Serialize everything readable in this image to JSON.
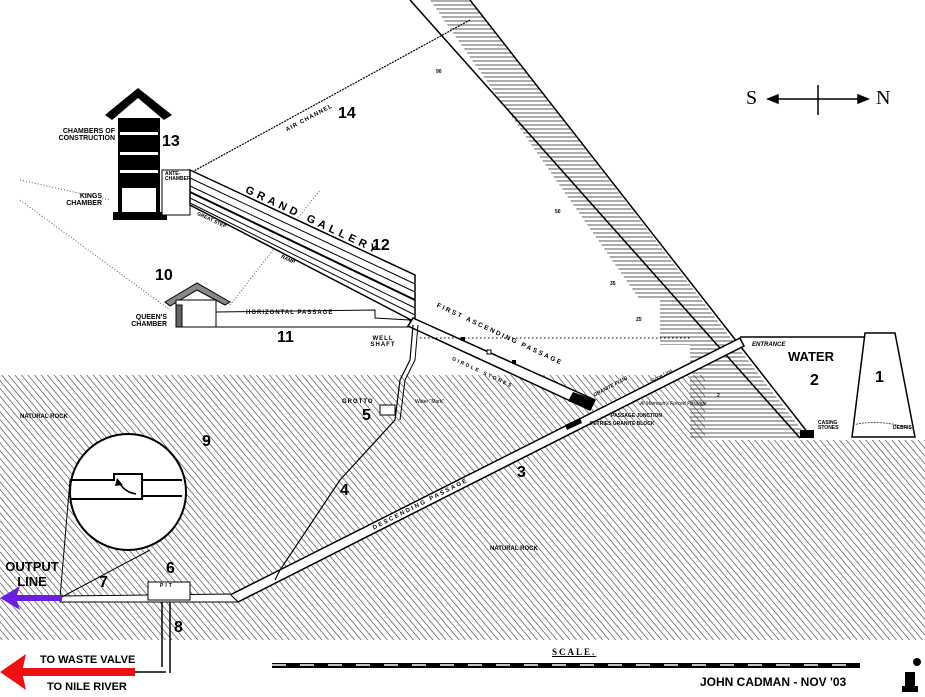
{
  "compass": {
    "south": "S",
    "north": "N"
  },
  "labels": {
    "chambers_of_construction": "CHAMBERS OF CONSTRUCTION",
    "kings_chamber": "KINGS CHAMBER",
    "antechamber": "ANTE-CHAMBER",
    "air_channel": "AIR CHANNEL",
    "grand_gallery": "GRAND GALLERY",
    "great_step": "GREAT STEP",
    "ramp": "RAMP",
    "queens_chamber": "QUEEN'S CHAMBER",
    "horizontal_passage": "HORIZONTAL PASSAGE",
    "well_shaft": "WELL SHAFT",
    "first_ascending_passage": "FIRST ASCENDING PASSAGE",
    "girdle_stones": "GIRDLE STONES",
    "granite_plug": "GRANITE PLUG",
    "grotto": "GROTTO",
    "water_mark": "Water \"Mark\"",
    "natural_rock_left": "NATURAL ROCK",
    "natural_rock_center": "NATURAL ROCK",
    "descending_passage": "DESCENDING PASSAGE",
    "passage_junction": "PASSAGE JUNCTION",
    "petries_granite_block": "PETRIES GRANITE BLOCK",
    "forced_passage": "Al Mamoun's Forced Passage",
    "stone_line": "Stone Line",
    "entrance": "ENTRANCE",
    "water": "WATER",
    "casing_stones": "CASING STONES",
    "debris": "DEBRIS",
    "pit": "PIT",
    "output_line": "OUTPUT LINE",
    "to_waste_valve": "TO WASTE VALVE",
    "to_nile_river": "TO NILE RIVER",
    "scale": "SCALE.",
    "author": "JOHN CADMAN - NOV '03"
  },
  "numbers": {
    "n1": "1",
    "n2": "2",
    "n3": "3",
    "n4": "4",
    "n5": "5",
    "n6": "6",
    "n7": "7",
    "n8": "8",
    "n9": "9",
    "n10": "10",
    "n11": "11",
    "n12": "12",
    "n13": "13",
    "n14": "14"
  },
  "course_marks": {
    "c90": "90",
    "c50": "50",
    "c35": "35",
    "c25": "25",
    "c2": "2"
  },
  "colors": {
    "output_arrow": "#6a1fe0",
    "waste_arrow": "#ee1111"
  }
}
